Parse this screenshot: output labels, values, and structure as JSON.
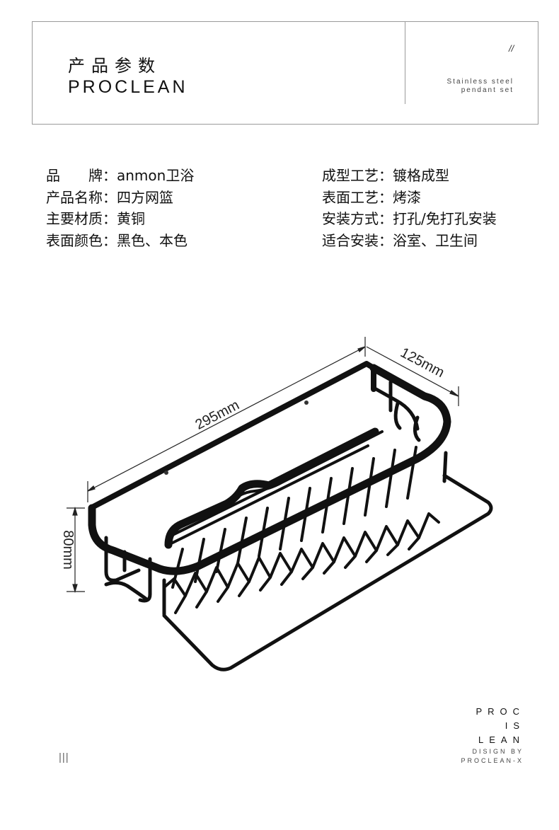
{
  "header": {
    "title_cn": "产品参数",
    "title_en": "PROCLEAN",
    "slash": "//",
    "tagline": [
      "Stainless steel",
      "pendant set"
    ]
  },
  "specs": {
    "left": [
      {
        "label": "品　　牌：",
        "value": "anmon卫浴"
      },
      {
        "label": "产品名称：",
        "value": "四方网篮"
      },
      {
        "label": "主要材质：",
        "value": "黄铜"
      },
      {
        "label": "表面颜色：",
        "value": "黑色、本色"
      }
    ],
    "right": [
      {
        "label": "成型工艺：",
        "value": "镀格成型"
      },
      {
        "label": "表面工艺：",
        "value": "烤漆"
      },
      {
        "label": "安装方式：",
        "value": "打孔/免打孔安装"
      },
      {
        "label": "适合安装：",
        "value": "浴室、卫生间"
      }
    ]
  },
  "dimensions": {
    "length": "295mm",
    "depth": "125mm",
    "height": "80mm"
  },
  "brand": {
    "lines": [
      "PROC",
      "IS",
      "LEAN"
    ],
    "sub": [
      "DISIGN BY",
      "PROCLEAN-X"
    ]
  },
  "page_mark": "|||"
}
